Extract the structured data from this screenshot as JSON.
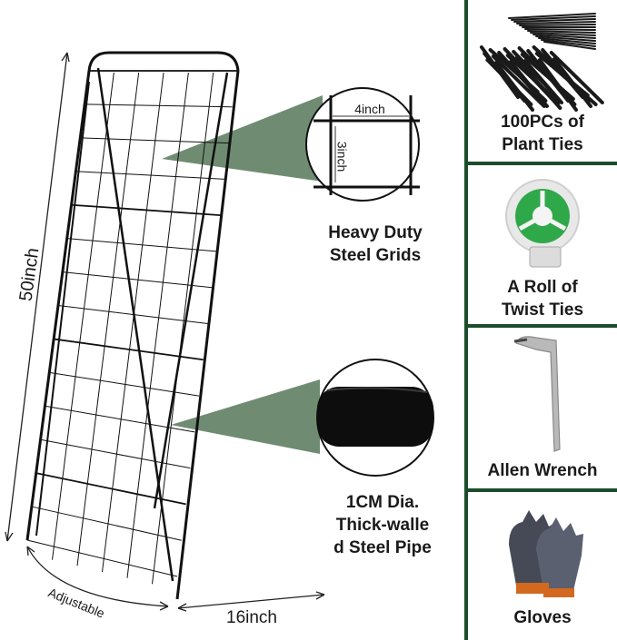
{
  "dimensions": {
    "height": "50inch",
    "width": "16inch",
    "adjustable": "Adjustable",
    "grid_width": "4inch",
    "grid_height": "3inch"
  },
  "callouts": {
    "grid": {
      "line1": "Heavy Duty",
      "line2": "Steel Grids"
    },
    "pipe": {
      "line1": "1CM Dia.",
      "line2": "Thick-walle",
      "line3": "d Steel Pipe"
    }
  },
  "accessories": [
    {
      "line1": "100PCs of",
      "line2": "Plant Ties",
      "icon": "cable-ties-icon"
    },
    {
      "line1": "A Roll of",
      "line2": "Twist Ties",
      "icon": "twist-tie-roll-icon"
    },
    {
      "line1": "Allen Wrench",
      "line2": "",
      "icon": "allen-wrench-icon"
    },
    {
      "line1": "Gloves",
      "line2": "",
      "icon": "gloves-icon"
    }
  ],
  "colors": {
    "panel_green": "#1b4d2b",
    "callout_green": "#5f7f63",
    "tie_green": "#2fa84a",
    "frame_black": "#111111"
  }
}
